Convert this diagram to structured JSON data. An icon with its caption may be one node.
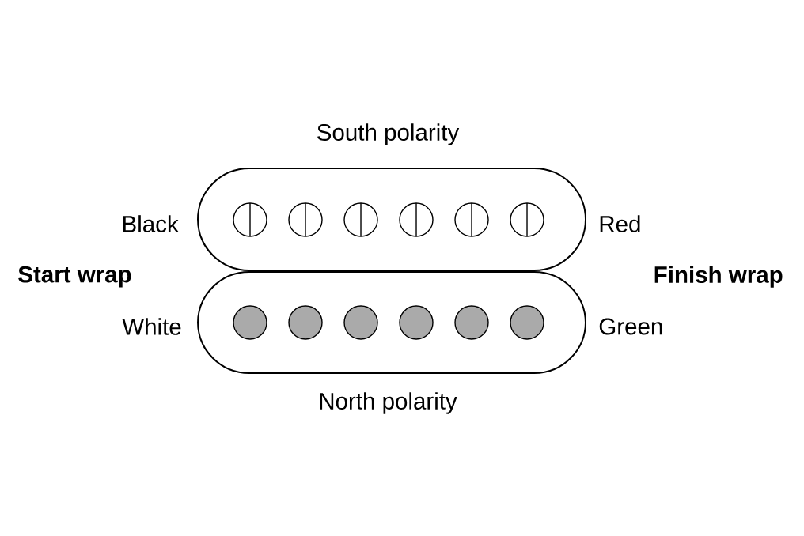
{
  "diagram": {
    "labels": [
      "South polarity",
      "Black",
      "Red",
      "Start wrap",
      "Finish wrap",
      "White",
      "Green",
      "North polarity"
    ]
  }
}
